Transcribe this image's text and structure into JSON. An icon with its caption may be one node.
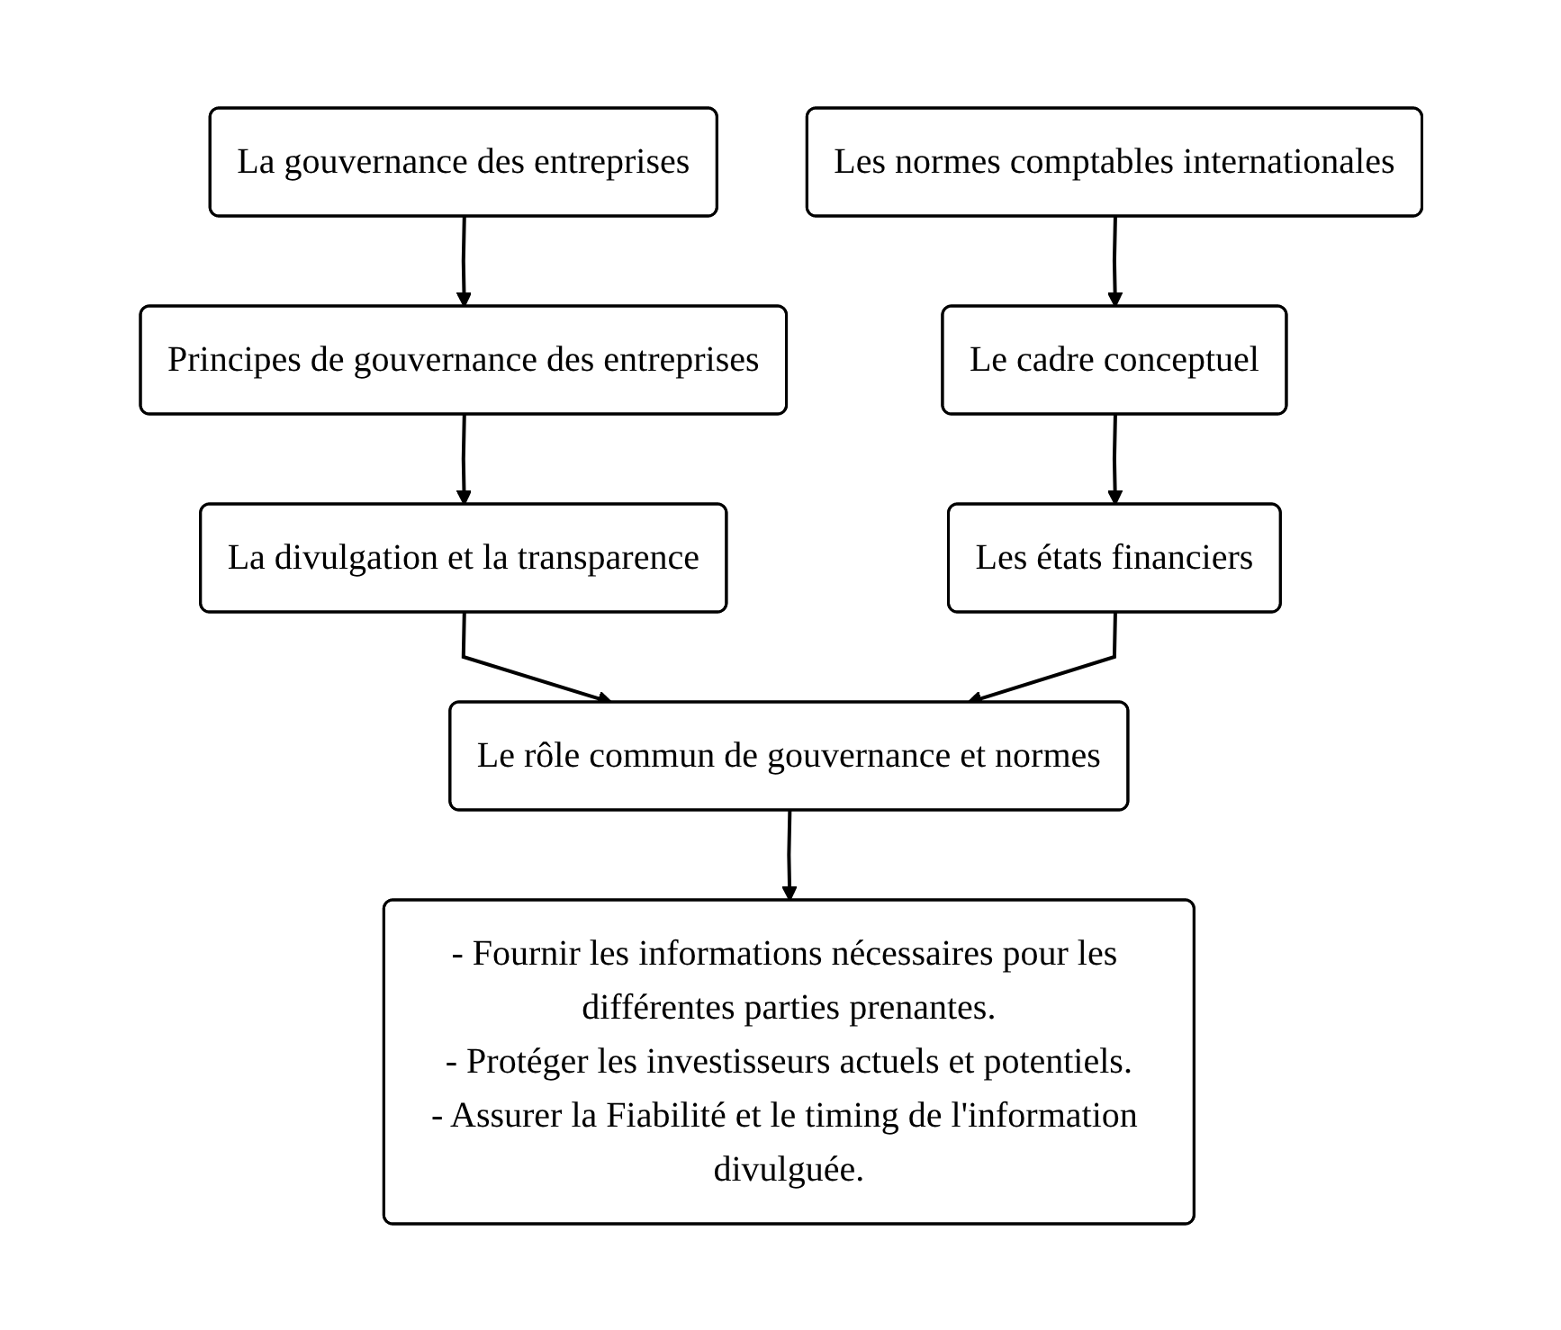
{
  "diagram": {
    "nodes": [
      {
        "text": [
          "La gouvernance des entreprises"
        ]
      },
      {
        "text": [
          "Les normes comptables internationales"
        ]
      },
      {
        "text": [
          "Principes de gouvernance des entreprises"
        ]
      },
      {
        "text": [
          "Le cadre conceptuel"
        ]
      },
      {
        "text": [
          "La divulgation et la transparence"
        ]
      },
      {
        "text": [
          "Les états financiers"
        ]
      },
      {
        "text": [
          "Le rôle commun de gouvernance et normes"
        ]
      },
      {
        "text": [
          "- Fournir les informations nécessaires pour les différentes parties prenantes.",
          "- Protéger les investisseurs actuels et potentiels.",
          "- Assurer la Fiabilité et le timing de l'information divulguée."
        ]
      }
    ],
    "edges": [
      {
        "from": 0,
        "to": 2,
        "arrow": "to"
      },
      {
        "from": 2,
        "to": 4,
        "arrow": "to"
      },
      {
        "from": 1,
        "to": 3,
        "arrow": "to"
      },
      {
        "from": 3,
        "to": 5,
        "arrow": "to"
      },
      {
        "from": 4,
        "to": 6,
        "arrow": "to"
      },
      {
        "from": 5,
        "to": 6,
        "arrow": "to"
      },
      {
        "from": 6,
        "to": 7,
        "arrow": "to"
      }
    ]
  }
}
